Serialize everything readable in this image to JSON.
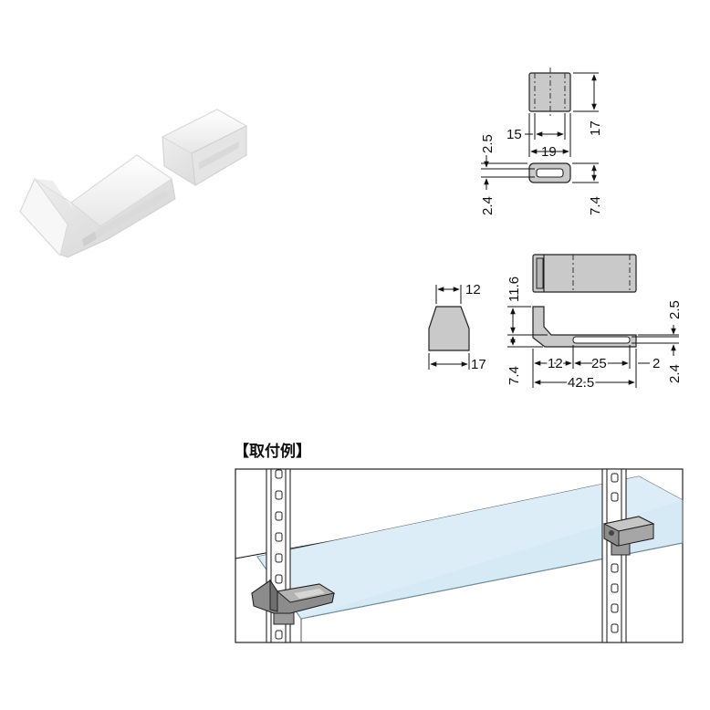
{
  "section_title": "【取付例】",
  "dims": {
    "top_height": "17",
    "top_inner_width": "15",
    "top_outer_width": "19",
    "top_upper_thickness": "2.5",
    "top_lower_thickness": "2.4",
    "top_right_height": "7.4",
    "block_top_width": "12",
    "block_bottom_width": "17",
    "bracket_vertical_height": "11.6",
    "bracket_lower_height": "7.4",
    "bracket_upper_thickness": "2.5",
    "bracket_lower_thickness": "2.4",
    "bracket_base_width": "12",
    "bracket_slot_width": "25",
    "bracket_end_width": "2",
    "bracket_total_width": "42.5"
  },
  "colors": {
    "part_fill": "#c9c9c9",
    "glass_fill": "#d6eaf6",
    "bracket_fill": "#8c8c8c",
    "line": "#111111"
  }
}
